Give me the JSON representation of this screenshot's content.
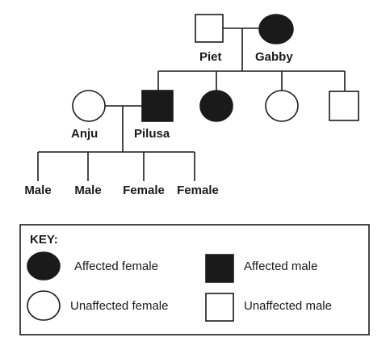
{
  "pedigree": {
    "names": {
      "piet": "Piet",
      "gabby": "Gabby",
      "anju": "Anju",
      "pilusa": "Pilusa"
    },
    "children_labels": [
      "Male",
      "Male",
      "Female",
      "Female"
    ]
  },
  "key": {
    "title": "KEY:",
    "affected_female": "Affected female",
    "affected_male": "Affected male",
    "unaffected_female": "Unaffected female",
    "unaffected_male": "Unaffected male"
  }
}
